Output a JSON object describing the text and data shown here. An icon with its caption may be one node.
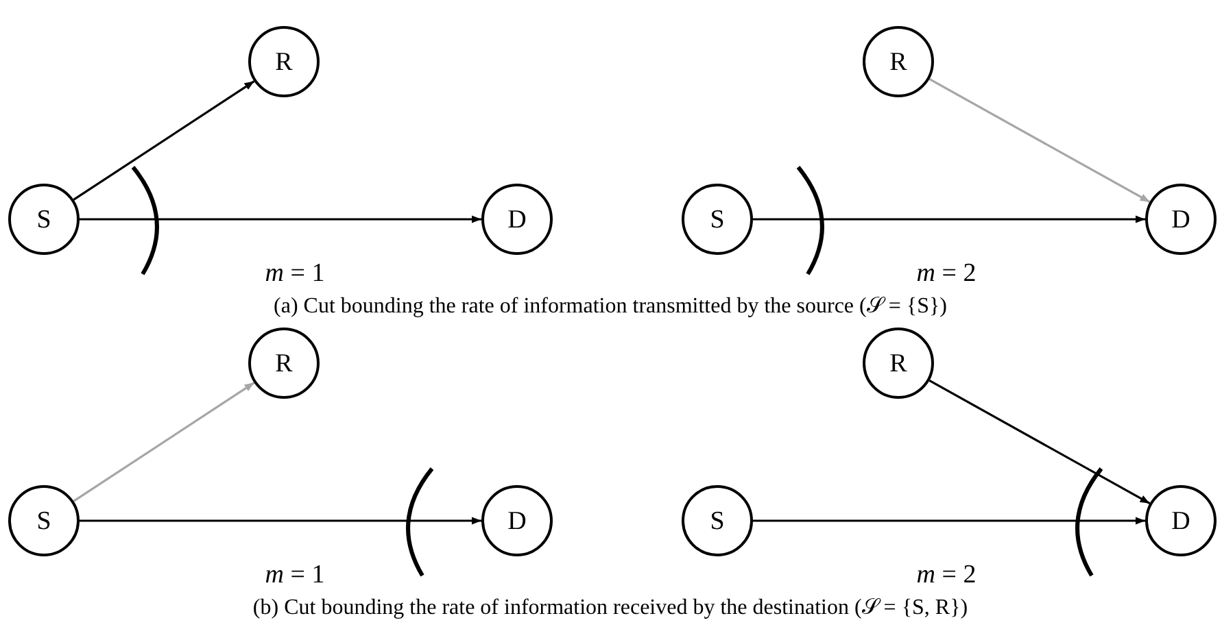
{
  "diagram": {
    "nodes": [
      {
        "text": [
          "S"
        ]
      },
      {
        "text": [
          "R"
        ]
      },
      {
        "text": [
          "D"
        ]
      },
      {
        "text": [
          "R"
        ]
      },
      {
        "text": [
          "S"
        ]
      },
      {
        "text": [
          "D"
        ]
      },
      {
        "text": [
          "R"
        ]
      },
      {
        "text": [
          "S"
        ]
      },
      {
        "text": [
          "D"
        ]
      },
      {
        "text": [
          "R"
        ]
      },
      {
        "text": [
          "S"
        ]
      },
      {
        "text": [
          "D"
        ]
      }
    ],
    "edges": [
      {
        "from": 0,
        "to": 1,
        "arrow": "to"
      },
      {
        "from": 0,
        "to": 2,
        "arrow": "to"
      },
      {
        "from": 3,
        "to": 5,
        "arrow": "to",
        "color": "#a6a6a6"
      },
      {
        "from": 4,
        "to": 5,
        "arrow": "to"
      },
      {
        "from": 7,
        "to": 6,
        "arrow": "to",
        "color": "#a6a6a6"
      },
      {
        "from": 7,
        "to": 8,
        "arrow": "to"
      },
      {
        "from": 9,
        "to": 11,
        "arrow": "to"
      },
      {
        "from": 10,
        "to": 11,
        "arrow": "to"
      }
    ],
    "labels": [
      "*m* = 1",
      "*m* = 2",
      "(a) Cut bounding the rate of information transmitted by the source (𝒮 = {S})",
      "*m* = 1",
      "*m* = 2",
      "(b) Cut bounding the rate of information received by the destination (𝒮 = {S, R})"
    ]
  }
}
